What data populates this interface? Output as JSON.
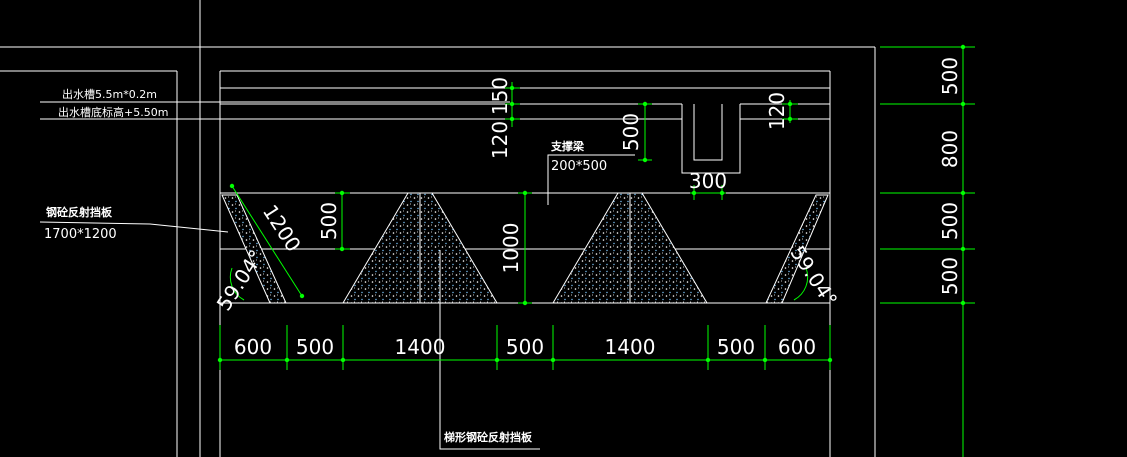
{
  "colors": {
    "background": "#000000",
    "lines": "#ffffff",
    "dimension": "#00ff00",
    "hatch": "#7fc8ff"
  },
  "labels": {
    "outlet_tank": "出水槽5.5m*0.2m",
    "tank_bottom_elev": "出水槽底标高+5.50m",
    "support_beam": "支撑梁",
    "support_beam_size": "200*500",
    "reflector_plate": "钢砼反射挡板",
    "reflector_size": "1700*1200",
    "trapezoid_plate": "梯形钢砼反射挡板"
  },
  "dims": {
    "bottom": [
      "600",
      "500",
      "1400",
      "500",
      "1400",
      "500",
      "600"
    ],
    "right": [
      "500",
      "800",
      "500",
      "500"
    ],
    "d150": "150",
    "d120_left": "120",
    "d120_right": "120",
    "d500_beam": "500",
    "d300": "300",
    "d500_left": "500",
    "d1000": "1000",
    "d1200": "1200",
    "angle_left": "59.04°",
    "angle_right": "59.04°"
  }
}
